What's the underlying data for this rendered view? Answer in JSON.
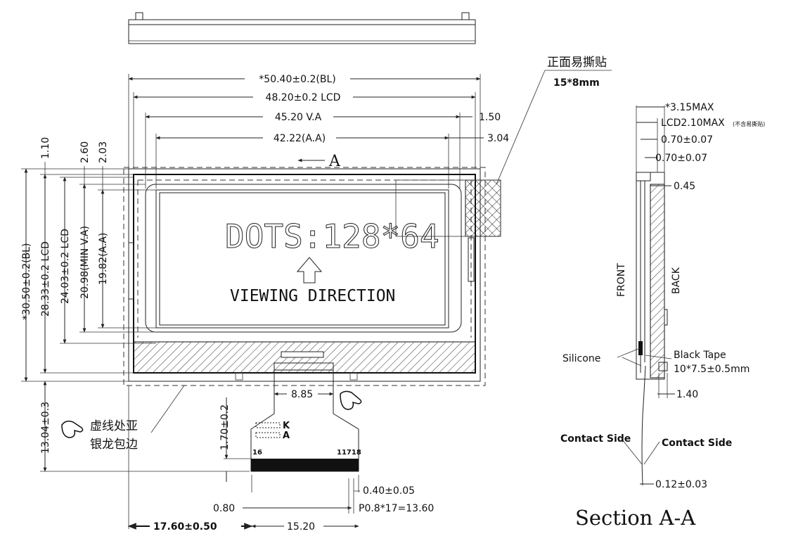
{
  "dimensions": {
    "bl_width": "*50.40±0.2(BL)",
    "lcd_width": "48.20±0.2 LCD",
    "va_width": "45.20 V.A",
    "aa_width": "42.22(A.A)",
    "offset_1_50": "1.50",
    "offset_3_04": "3.04",
    "offset_1_10": "1.10",
    "offset_2_60": "2.60",
    "offset_2_03": "2.03",
    "bl_height": "*30.50±0.2(BL)",
    "lcd_height": "28.33±0.2 LCD",
    "lcd_height_2": "24.03±0.2 LCD",
    "va_height": "20.98(MIN V.A)",
    "aa_height": "19.82(A.A)",
    "fpc_length": "13.04±0.3",
    "fpc_tail": "1.70±0.2",
    "fpc_width": "8.85",
    "pin_width": "0.40±0.05",
    "pitch": "P0.8*17=13.60",
    "edge_offset": "0.80",
    "fpc_total": "15.20",
    "fpc_offset": "17.60±0.50",
    "thickness_max": "*3.15MAX",
    "lcd_thickness": "LCD2.10MAX",
    "lcd_thickness_note": "(不含易撕贴)",
    "glass_1": "0.70±0.07",
    "glass_2": "0.70±0.07",
    "gap": "0.45",
    "tab": "1.40",
    "fpc_thickness": "0.12±0.03"
  },
  "labels": {
    "section_marker": "A",
    "display_text": "DOTS:128*64",
    "viewing_direction": "VIEWING DIRECTION",
    "peel_sticker": "正面易撕贴",
    "peel_size": "15*8mm",
    "dashed_note_line1": "虚线处亚",
    "dashed_note_line2": "银龙包边",
    "pin_k": "K",
    "pin_a": "A",
    "pin_16": "16",
    "pin_1718": "11718",
    "front": "FRONT",
    "back": "BACK",
    "silicone": "Silicone",
    "black_tape": "Black Tape",
    "black_tape_size": "10*7.5±0.5mm",
    "contact_side_left": "Contact Side",
    "contact_side_right": "Contact Side",
    "section_title": "Section A-A"
  }
}
